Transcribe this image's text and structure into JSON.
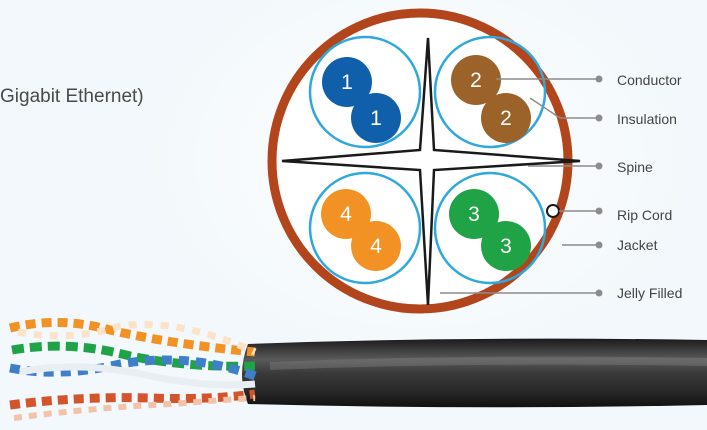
{
  "title": "Gigabit Ethernet)",
  "pairs": [
    {
      "number": "1",
      "color": "#0f5fab"
    },
    {
      "number": "2",
      "color": "#9b6329"
    },
    {
      "number": "3",
      "color": "#20a246"
    },
    {
      "number": "4",
      "color": "#f39224"
    }
  ],
  "labels": {
    "conductor": "Conductor",
    "insulation": "Insulation",
    "spine": "Spine",
    "rip_cord": "Rip Cord",
    "jacket": "Jacket",
    "jelly_filled": "Jelly Filled"
  },
  "colors": {
    "jacket": "#b2451b",
    "insulation": "#2ea8dd",
    "leader": "#8c8c8c",
    "cable": "#2a2a2a"
  }
}
